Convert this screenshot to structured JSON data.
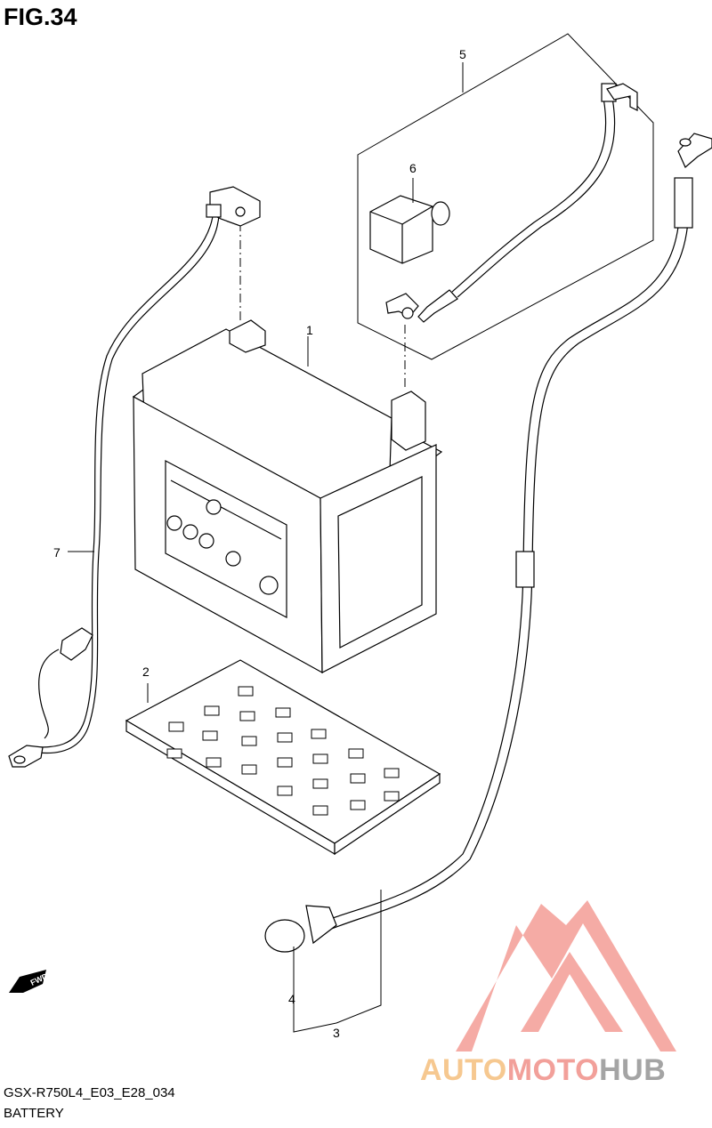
{
  "figure": {
    "title": "FIG.34"
  },
  "callouts": {
    "c1": "1",
    "c2": "2",
    "c3": "3",
    "c4": "4",
    "c5": "5",
    "c6": "6",
    "c7": "7"
  },
  "footer": {
    "code": "GSX-R750L4_E03_E28_034",
    "name": "BATTERY"
  },
  "fwd_arrow": {
    "label": "FWD",
    "icon": "fwd-arrow-icon"
  },
  "watermark": {
    "part1": "AUTO",
    "part2": "MOTO",
    "part3": "HUB",
    "colors": {
      "auto": "#f6c890",
      "moto": "#f2a09a",
      "hub": "#a4a4a4",
      "logo": "#f4a29c"
    }
  }
}
